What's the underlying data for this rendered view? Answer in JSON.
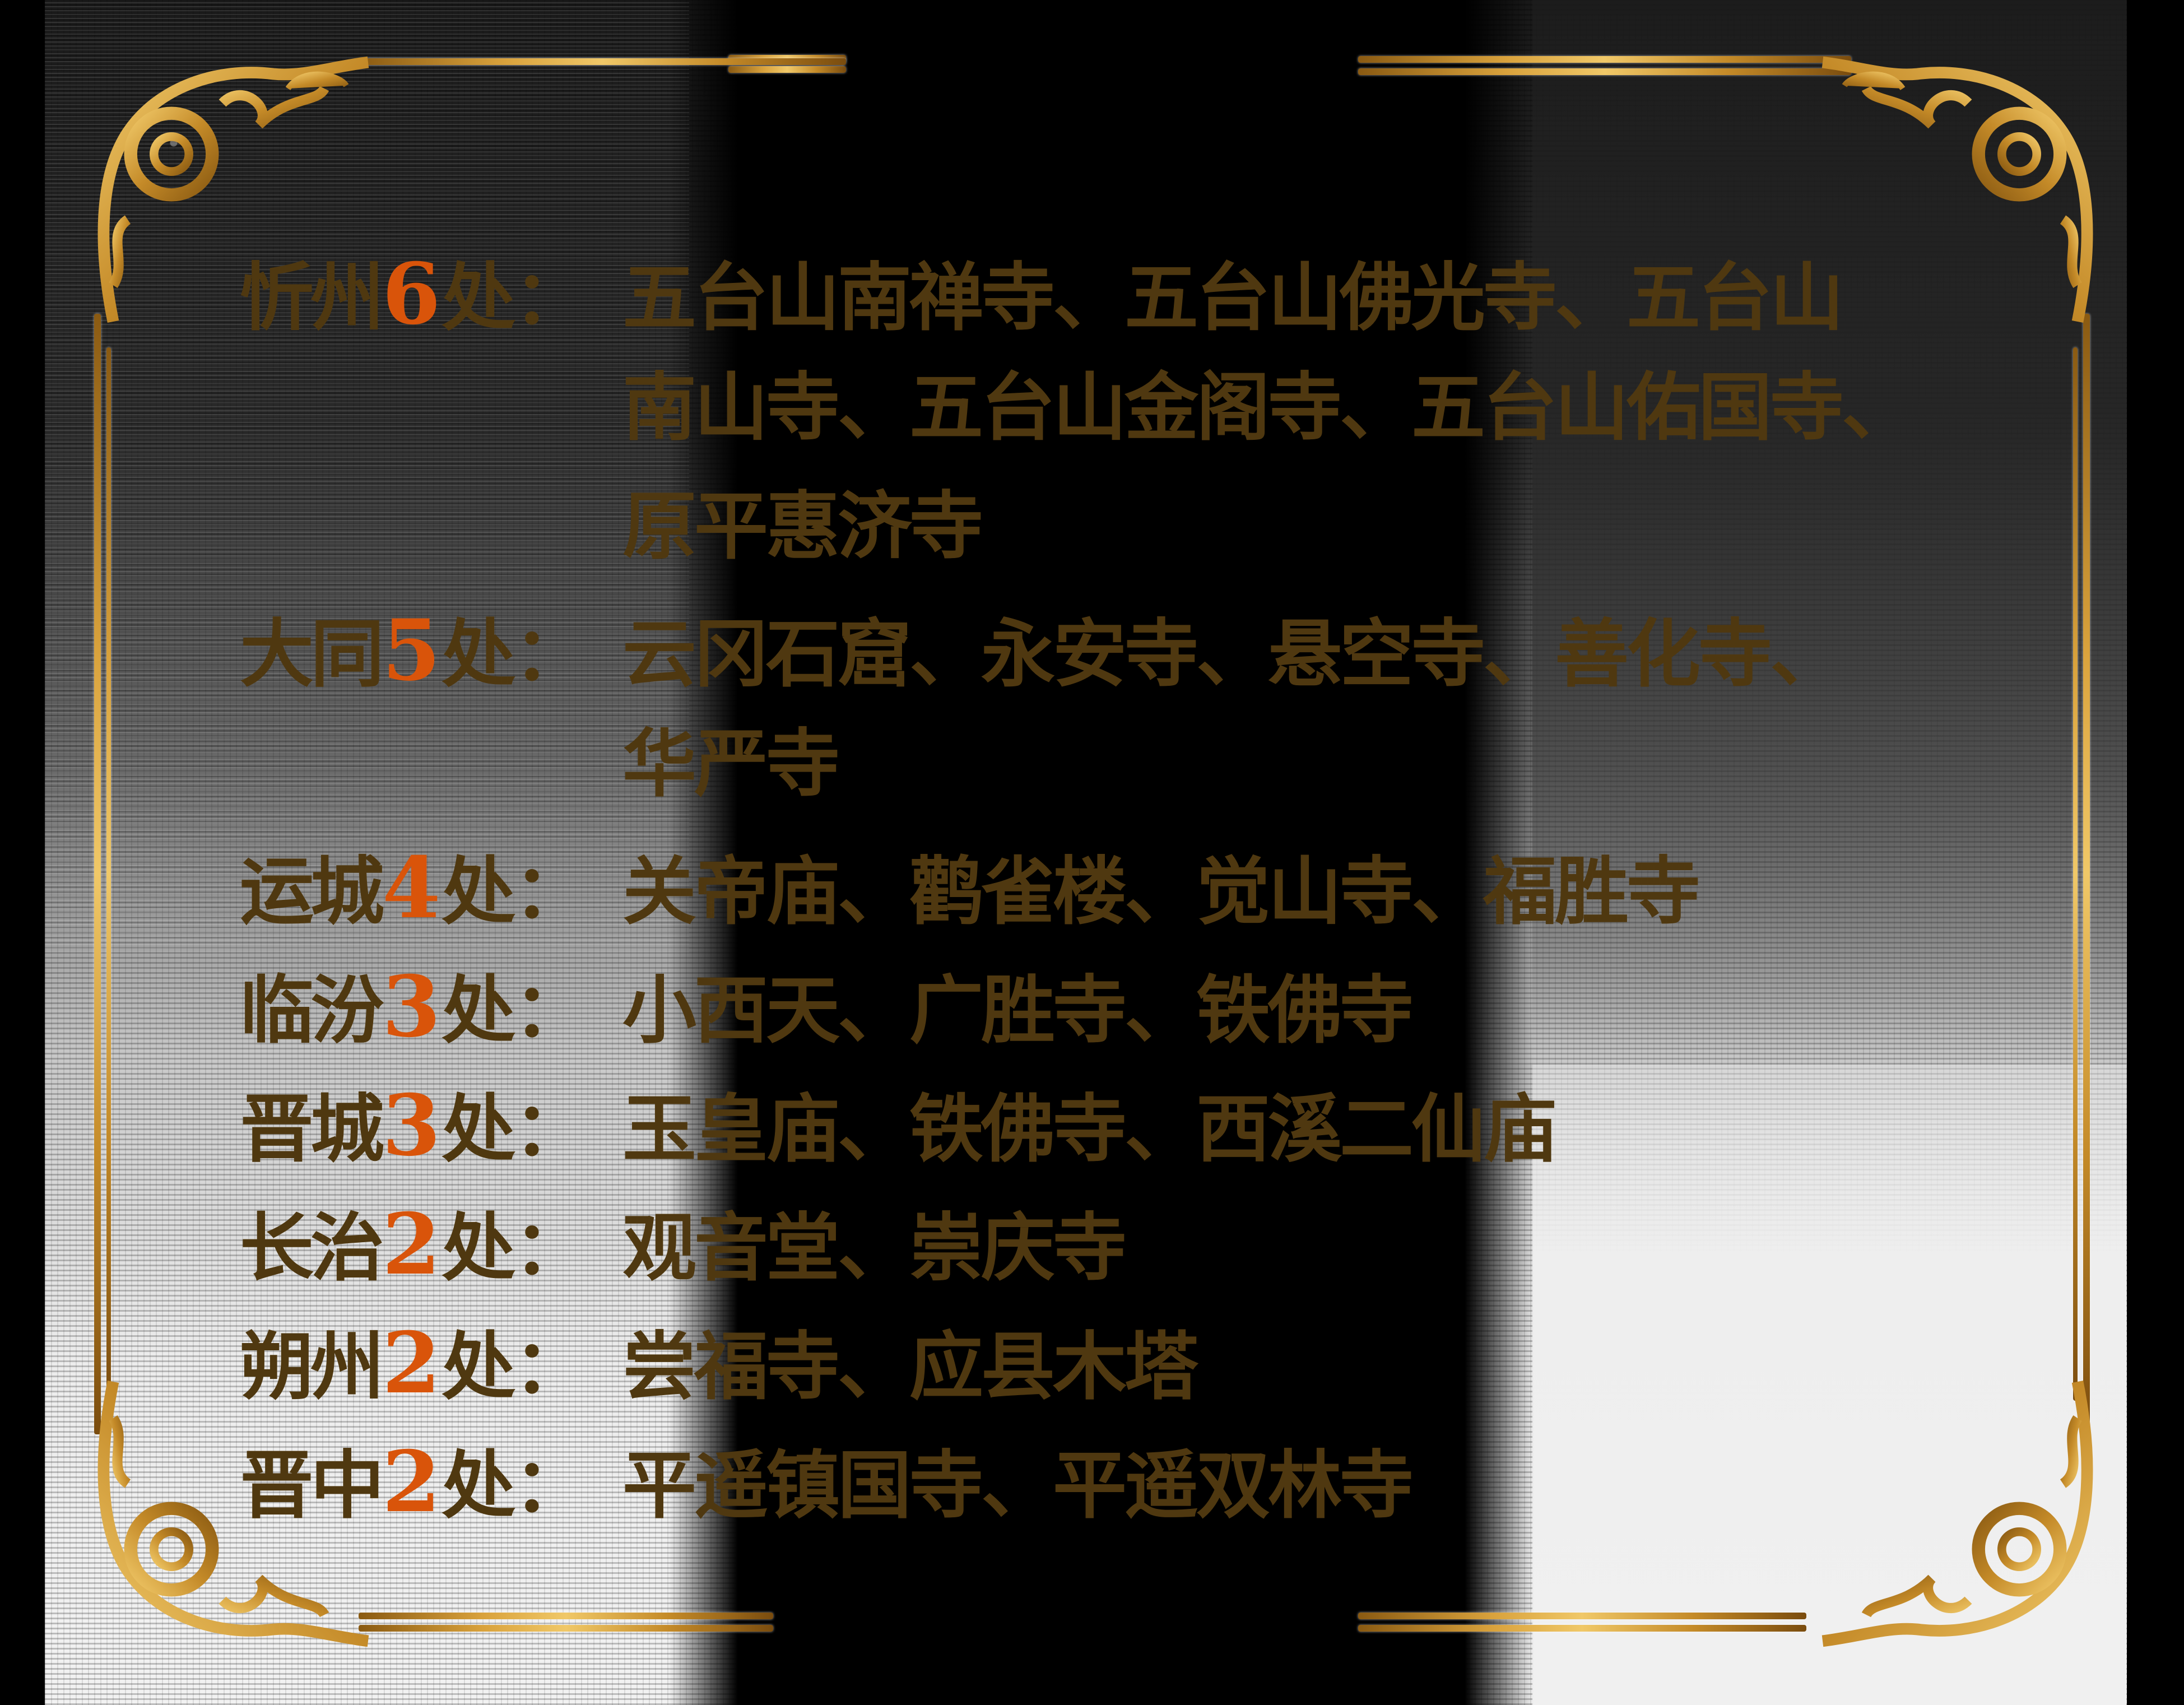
{
  "theme": {
    "text_color": "#4F3810",
    "number_color": "#D9540A",
    "frame_color": "#D9A23C",
    "background_dark": "#000000",
    "background_light": "#F0F0F0"
  },
  "entries": [
    {
      "city": "忻州",
      "count": "6",
      "suffix": "处：",
      "lines": [
        "五台山南禅寺、五台山佛光寺、五台山",
        "南山寺、五台山金阁寺、五台山佑国寺、",
        "原平惠济寺"
      ]
    },
    {
      "city": "大同",
      "count": "5",
      "suffix": "处：",
      "lines": [
        "云冈石窟、永安寺、悬空寺、善化寺、",
        "华严寺"
      ]
    },
    {
      "city": "运城",
      "count": "4",
      "suffix": "处：",
      "lines": [
        "关帝庙、鹳雀楼、觉山寺、福胜寺"
      ]
    },
    {
      "city": "临汾",
      "count": "3",
      "suffix": "处：",
      "lines": [
        "小西天、广胜寺、铁佛寺"
      ]
    },
    {
      "city": "晋城",
      "count": "3",
      "suffix": "处：",
      "lines": [
        "玉皇庙、铁佛寺、西溪二仙庙"
      ]
    },
    {
      "city": "长治",
      "count": "2",
      "suffix": "处：",
      "lines": [
        "观音堂、崇庆寺"
      ]
    },
    {
      "city": "朔州",
      "count": "2",
      "suffix": "处：",
      "lines": [
        "尝福寺、应县木塔"
      ]
    },
    {
      "city": "晋中",
      "count": "2",
      "suffix": "处：",
      "lines": [
        "平遥镇国寺、平遥双林寺"
      ]
    }
  ],
  "decorations": {
    "corner_icon": "baroque-scroll-ornament",
    "frame_style": "gold-double-line"
  }
}
